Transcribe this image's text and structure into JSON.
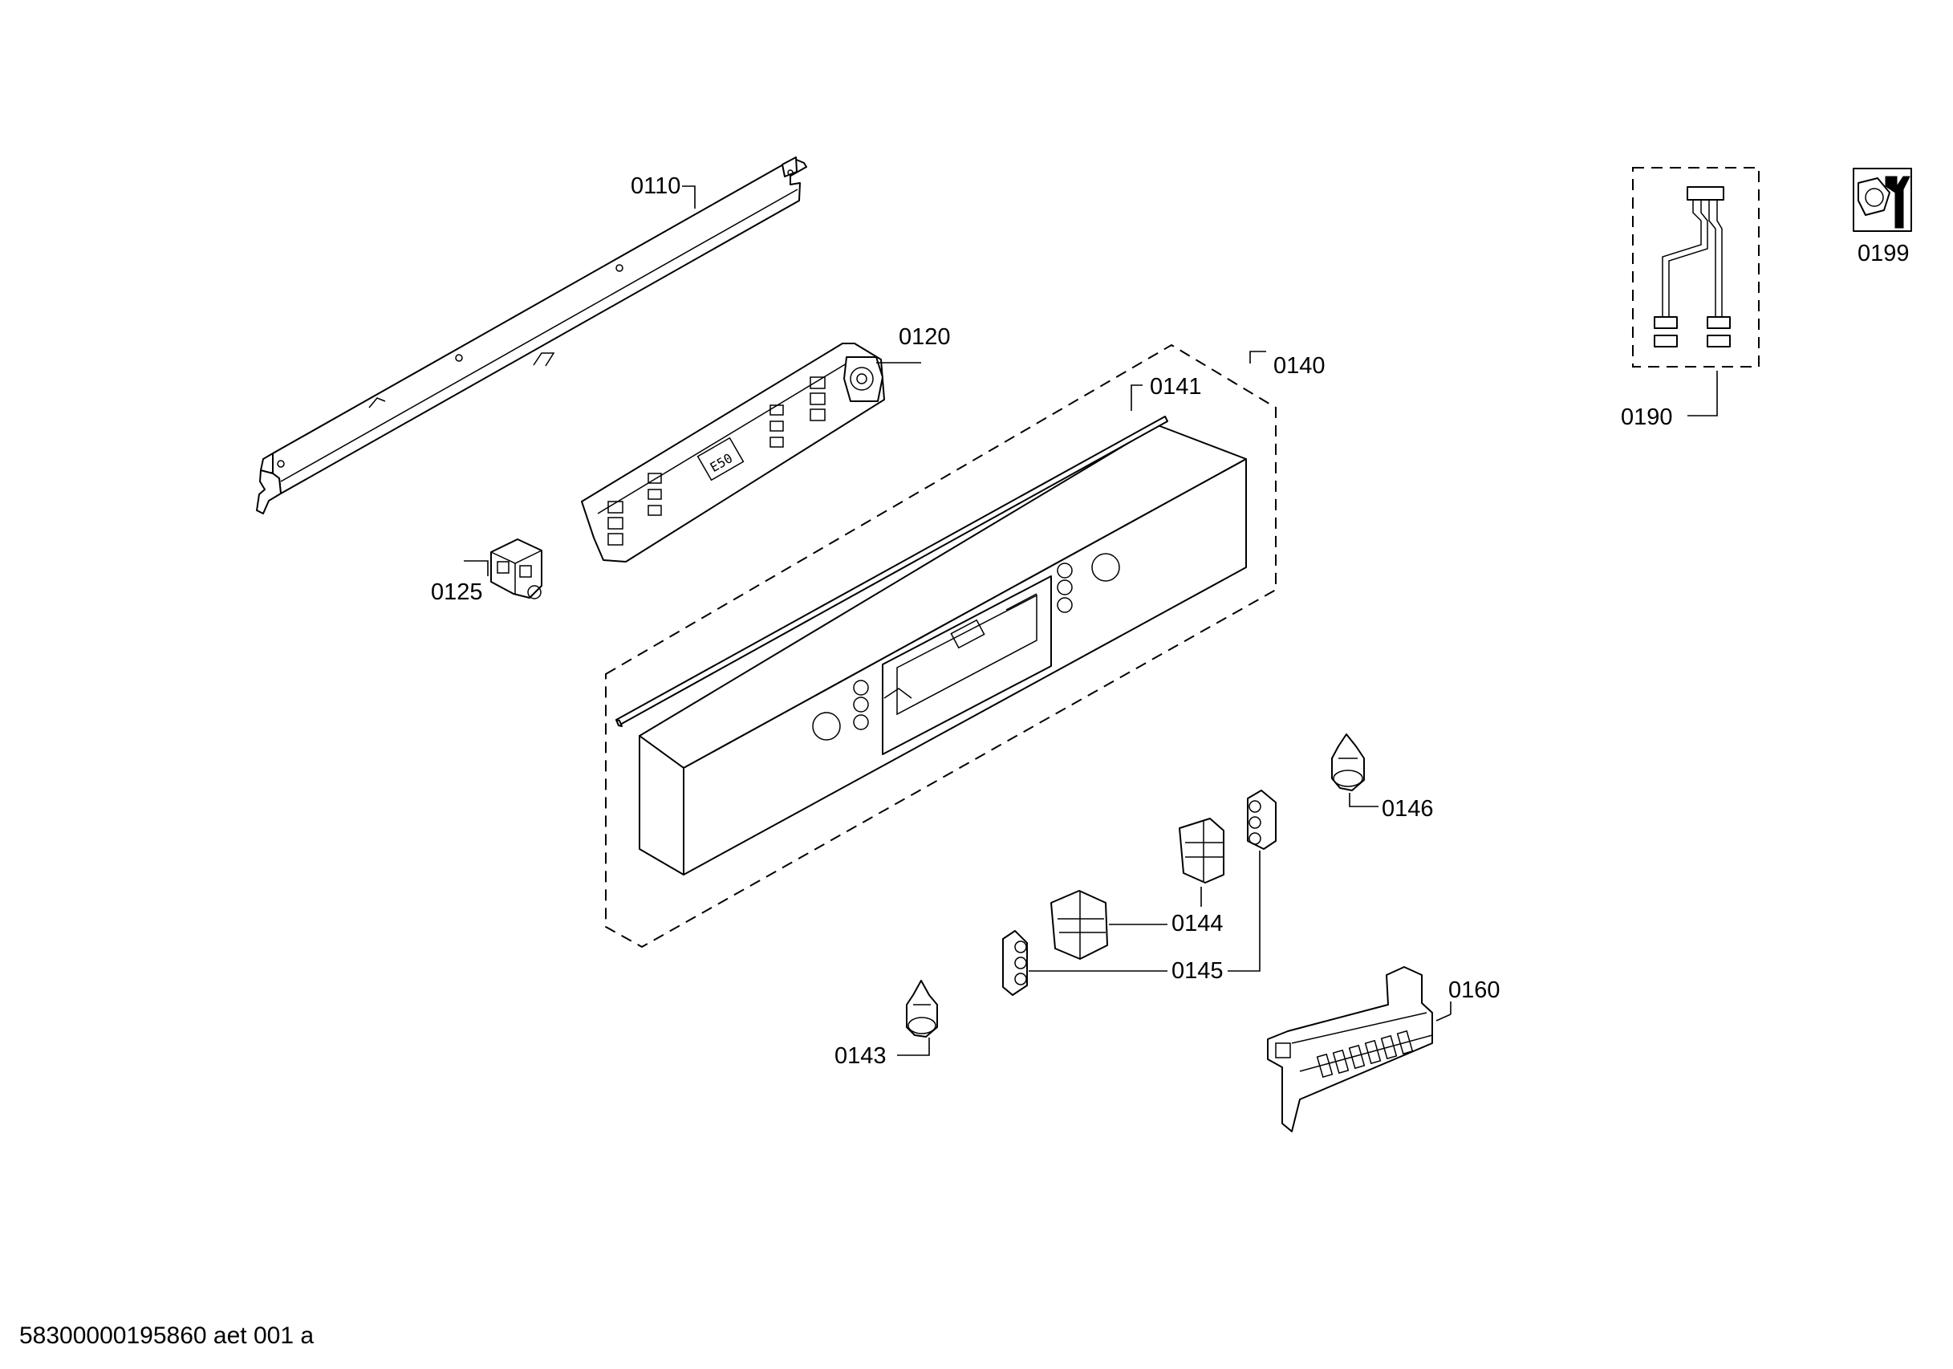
{
  "labels": {
    "p0110": "0110",
    "p0120": "0120",
    "p0125": "0125",
    "p0140": "0140",
    "p0141": "0141",
    "p0143": "0143",
    "p0144": "0144",
    "p0145": "0145",
    "p0146": "0146",
    "p0160": "0160",
    "p0190": "0190",
    "p0199": "0199"
  },
  "footer": {
    "drawing_code": "58300000195860 aet 001 a"
  }
}
